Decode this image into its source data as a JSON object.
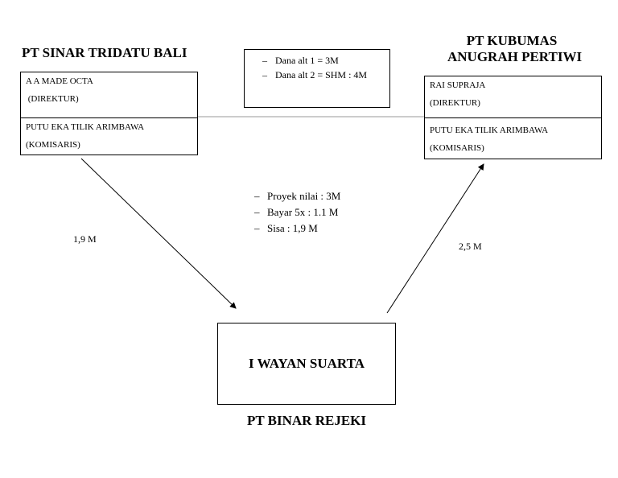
{
  "left_company": {
    "title": "PT SINAR TRIDATU BALI",
    "row1_line1": "A A MADE OCTA",
    "row1_line2": " (DIREKTUR)",
    "row2_line1": "PUTU EKA TILIK ARIMBAWA",
    "row2_line2": "(KOMISARIS)"
  },
  "right_company": {
    "title_line1": "PT KUBUMAS",
    "title_line2": "ANUGRAH PERTIWI",
    "row1_line1": "RAI SUPRAJA",
    "row1_line2": "(DIREKTUR)",
    "row2_line1": "PUTU EKA TILIK ARIMBAWA",
    "row2_line2": "(KOMISARIS)"
  },
  "fund_note": {
    "items": [
      "Dana alt 1 = 3M",
      "Dana alt 2 = SHM : 4M"
    ]
  },
  "project_note": {
    "items": [
      "Proyek nilai : 3M",
      "Bayar 5x : 1.1 M",
      "Sisa : 1,9 M"
    ]
  },
  "flows": {
    "left_amount": "1,9 M",
    "right_amount": "2,5 M"
  },
  "center": {
    "person": "I WAYAN SUARTA",
    "company": "PT BINAR REJEKI"
  }
}
